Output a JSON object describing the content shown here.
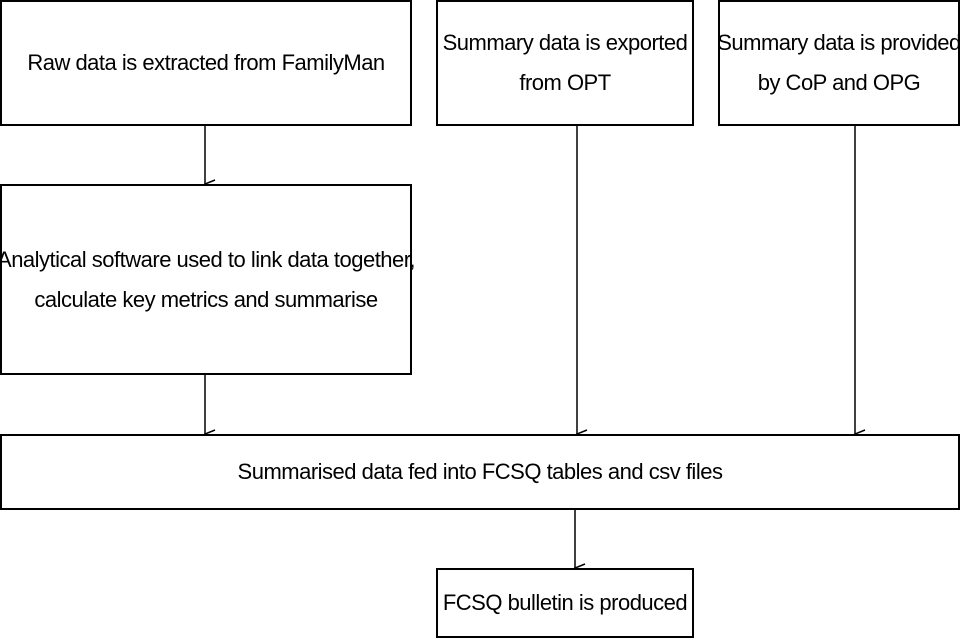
{
  "diagram": {
    "nodes": {
      "raw_extract": {
        "lines": [
          "Raw data is extracted from FamilyMan"
        ]
      },
      "opt_export": {
        "lines": [
          "Summary data is exported",
          "from OPT"
        ]
      },
      "cop_opg": {
        "lines": [
          "Summary data is provided",
          "by CoP and OPG"
        ]
      },
      "analytical": {
        "lines": [
          "Analytical software used to link data together,",
          "calculate key metrics and summarise"
        ]
      },
      "summarised": {
        "lines": [
          "Summarised data fed into FCSQ tables and csv files"
        ]
      },
      "bulletin": {
        "lines": [
          "FCSQ bulletin is produced"
        ]
      }
    },
    "edges": [
      {
        "from": "raw_extract",
        "to": "analytical"
      },
      {
        "from": "analytical",
        "to": "summarised"
      },
      {
        "from": "opt_export",
        "to": "summarised"
      },
      {
        "from": "cop_opg",
        "to": "summarised"
      },
      {
        "from": "summarised",
        "to": "bulletin"
      }
    ],
    "colors": {
      "border": "#000000",
      "background": "#ffffff",
      "text": "#000000"
    }
  }
}
